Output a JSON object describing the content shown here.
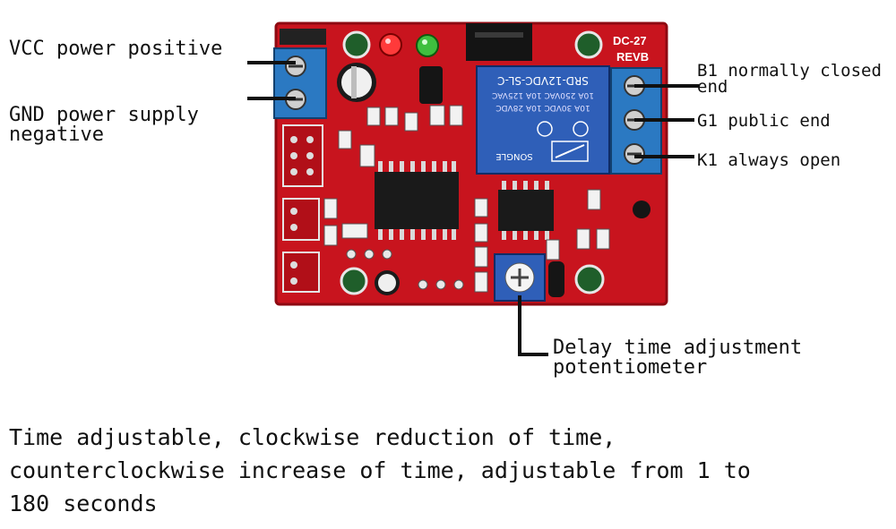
{
  "board": {
    "model": "DC-27",
    "revision": "REVB",
    "relay_model": "SRD-12VDC-SL-C",
    "relay_brand": "SONGLE",
    "relay_ratings": [
      "10A 250VAC  10A 125VAC",
      "10A 30VDC  10A 28VDC"
    ]
  },
  "labels": {
    "vcc": "VCC power positive",
    "gnd_line1": "GND power supply",
    "gnd_line2": "negative",
    "b1_line1": "B1 normally closed",
    "b1_line2": "end",
    "g1": "G1 public end",
    "k1": "K1 always open",
    "delay_line1": "Delay time adjustment",
    "delay_line2": "potentiometer"
  },
  "caption": {
    "line1": "Time adjustable, clockwise reduction of time,",
    "line2": "counterclockwise increase of time, adjustable from 1 to",
    "line3": "180 seconds"
  },
  "colors": {
    "pcb": "#c8141e",
    "pcb_dark": "#8e0a12",
    "relay": "#2f5fb8",
    "terminal": "#2b79c2",
    "chip": "#1a1a1a",
    "pad": "#e8e8e8",
    "leader": "#111111"
  }
}
